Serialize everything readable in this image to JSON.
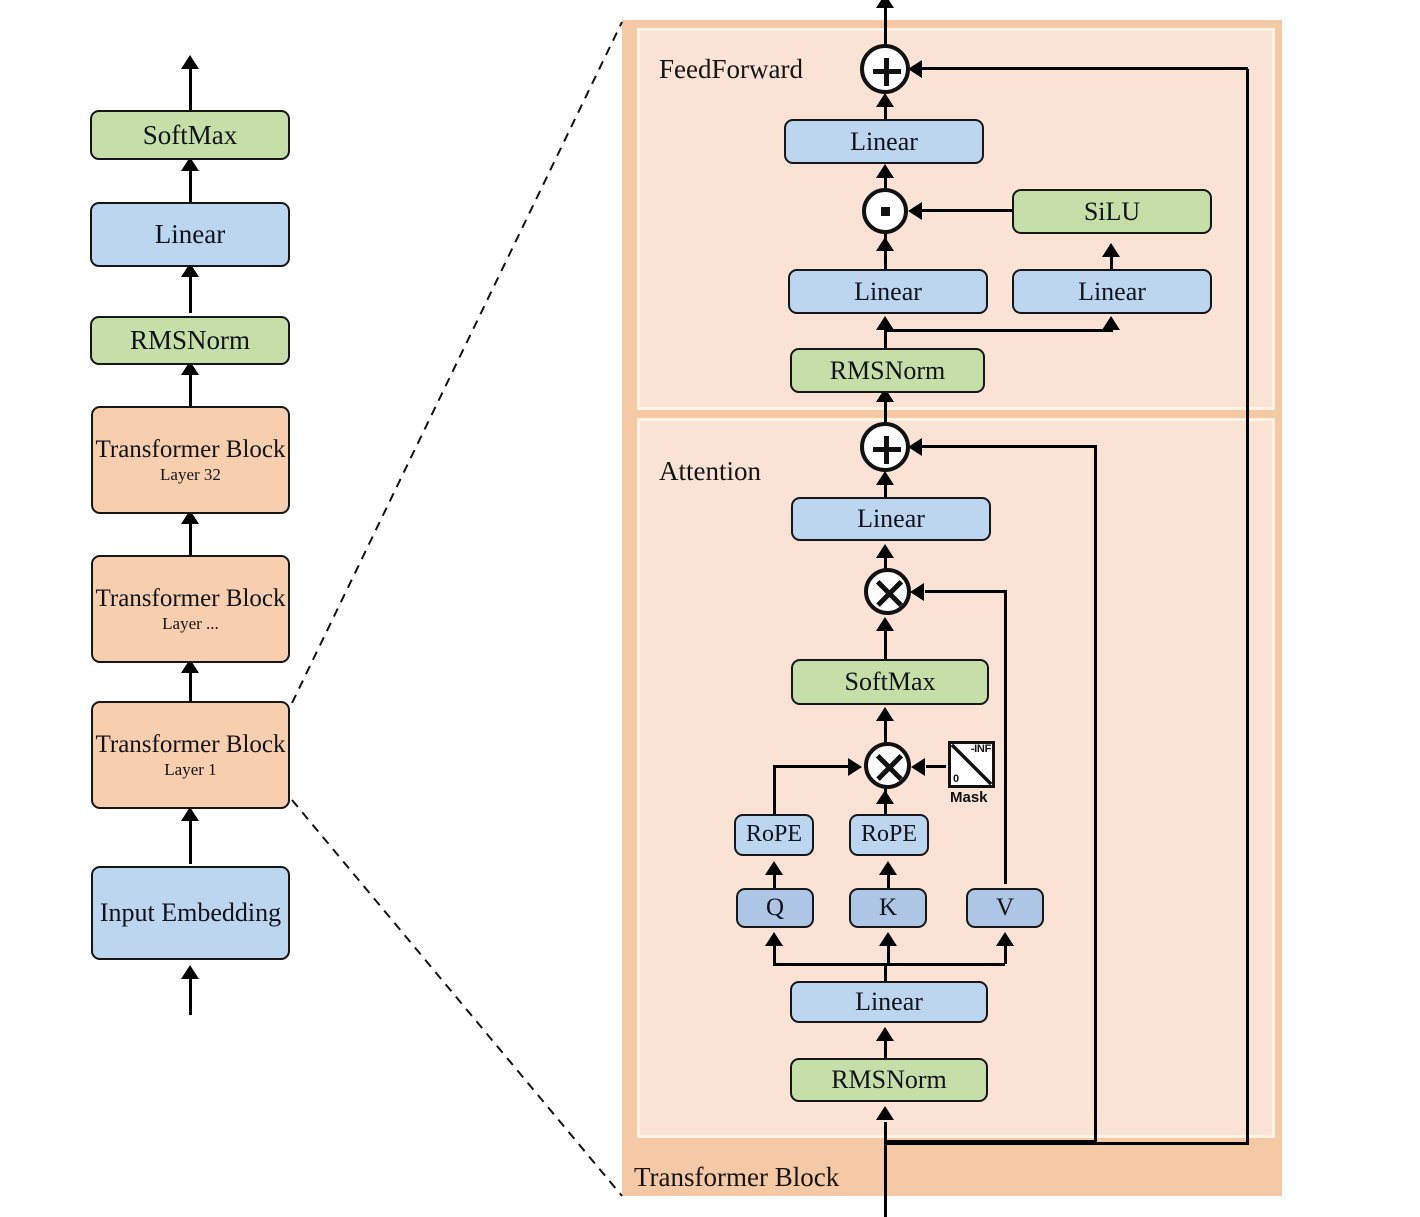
{
  "diagram": {
    "title_label": "Transformer Block",
    "colors": {
      "green": "#c6dfa9",
      "blue": "#bdd6ef",
      "blue_deep": "#aec6e5",
      "orange_box": "#f7cfae",
      "panel_outer": "#f6c9a6",
      "panel_inner": "#fae3d5",
      "stroke": "#16161a"
    }
  },
  "left_stack": {
    "nodes": [
      {
        "label": "SoftMax",
        "sub": "",
        "color": "green"
      },
      {
        "label": "Linear",
        "sub": "",
        "color": "blue"
      },
      {
        "label": "RMSNorm",
        "sub": "",
        "color": "green"
      },
      {
        "label": "Transformer Block",
        "sub": "Layer 32",
        "color": "orange"
      },
      {
        "label": "Transformer Block",
        "sub": "Layer ...",
        "color": "orange"
      },
      {
        "label": "Transformer Block",
        "sub": "Layer 1",
        "color": "orange"
      },
      {
        "label": "Input Embedding",
        "sub": "",
        "color": "blue"
      }
    ]
  },
  "feedforward": {
    "section_label": "FeedForward",
    "add_op": "plus-circle-icon",
    "mul_op": "elementwise-product-circle-icon",
    "nodes": {
      "linear_out": "Linear",
      "silu": "SiLU",
      "linear_gate": "Linear",
      "linear_up": "Linear",
      "rmsnorm": "RMSNorm"
    }
  },
  "attention": {
    "section_label": "Attention",
    "add_op": "plus-circle-icon",
    "matmul_op": "cross-circle-icon",
    "nodes": {
      "linear_out": "Linear",
      "softmax": "SoftMax",
      "rope_q": "RoPE",
      "rope_k": "RoPE",
      "q": "Q",
      "k": "K",
      "v": "V",
      "linear_qkv": "Linear",
      "rmsnorm": "RMSNorm"
    },
    "mask": {
      "caption": "Mask",
      "upper_value": "-INF",
      "lower_value": "0"
    }
  }
}
